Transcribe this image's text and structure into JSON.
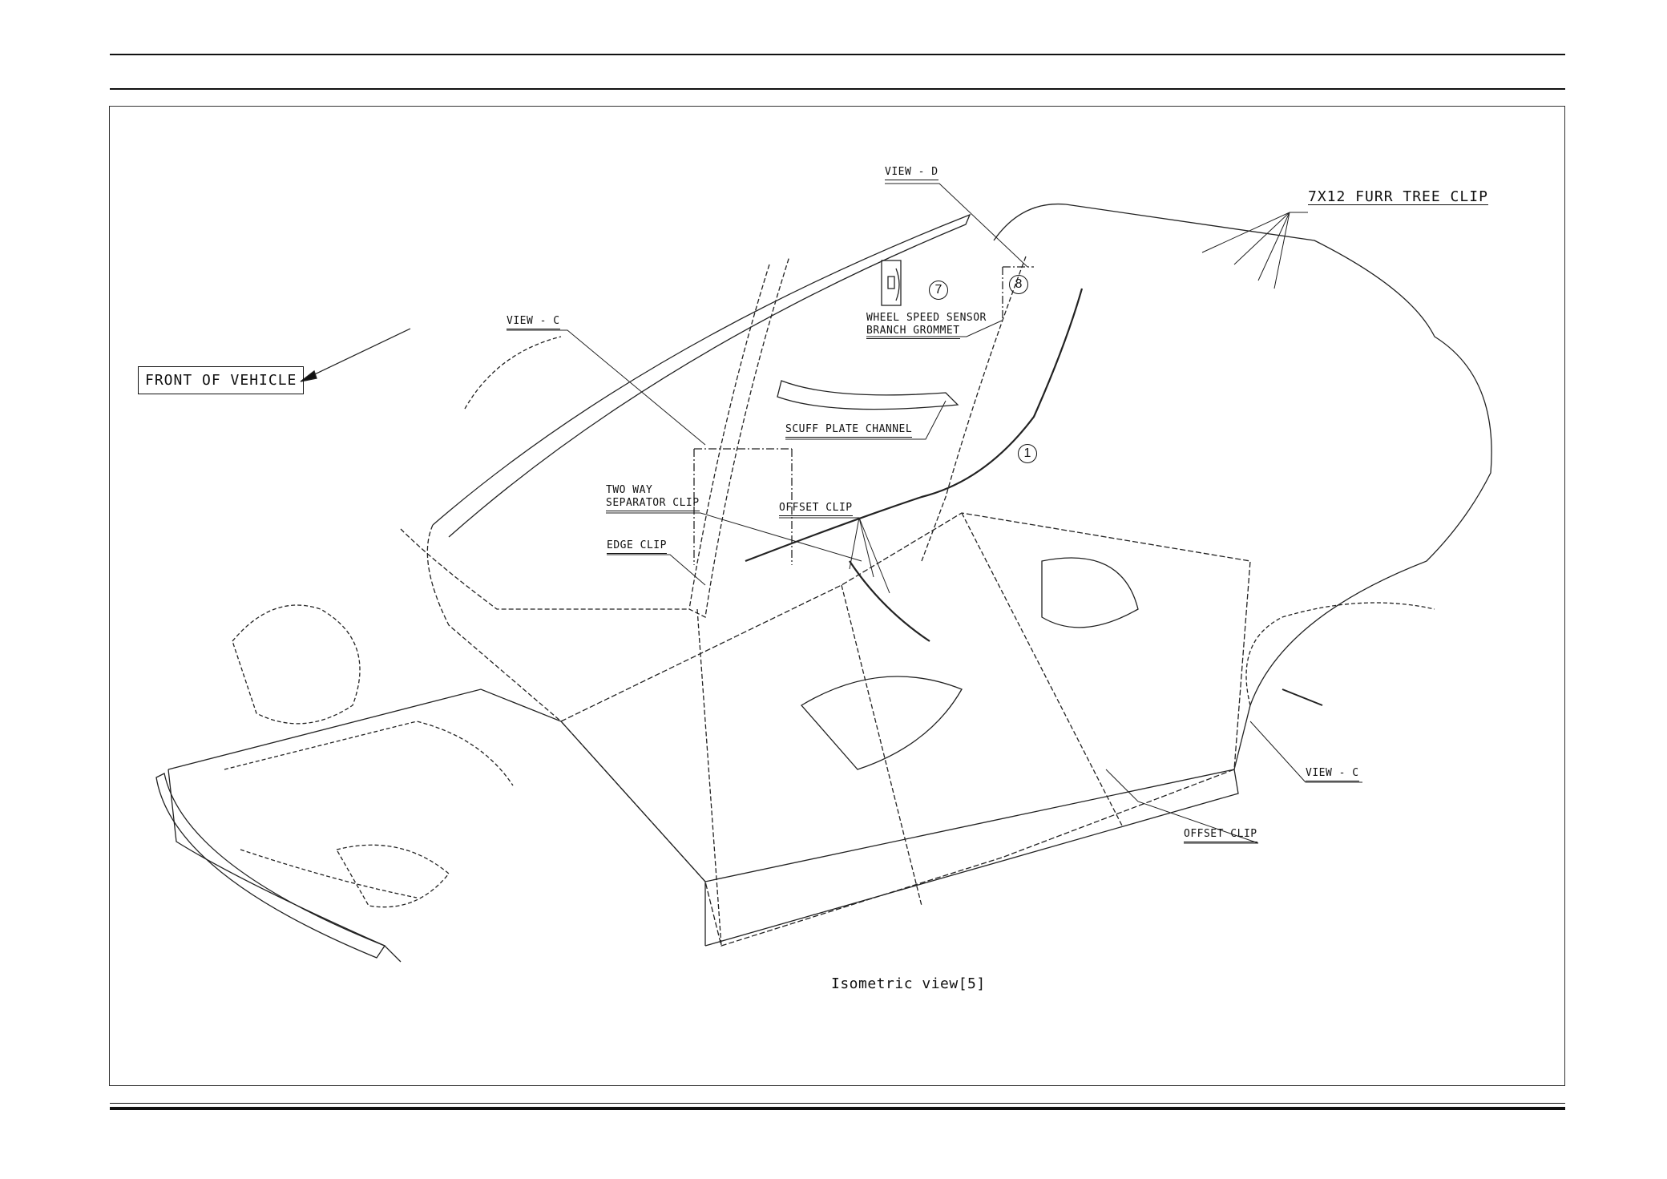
{
  "drawing": {
    "caption": "Isometric view[5]",
    "front_of_vehicle": "FRONT OF VEHICLE",
    "callouts": {
      "view_d": "VIEW - D",
      "furr_tree_clip": "7X12 FURR TREE CLIP",
      "view_c_top": "VIEW -  C",
      "wheel_speed_sensor_line1": "WHEEL SPEED SENSOR",
      "wheel_speed_sensor_line2": "BRANCH GROMMET",
      "item_7": "7",
      "item_8": "8",
      "item_1": "1",
      "scuff_plate_channel": "SCUFF PLATE CHANNEL",
      "two_way_line1": "TWO WAY",
      "two_way_line2": "SEPARATOR CLIP",
      "offset_clip_top": "OFFSET CLIP",
      "edge_clip": "EDGE CLIP",
      "view_c_right": "VIEW - C",
      "offset_clip_bottom": "OFFSET CLIP"
    }
  }
}
